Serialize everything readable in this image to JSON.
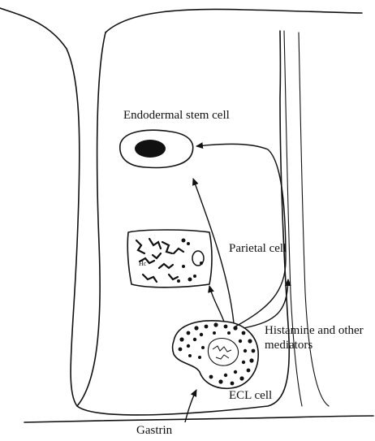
{
  "labels": {
    "stem_cell": "Endodermal stem cell",
    "parietal_cell": "Parietal cell",
    "histamine": "Histamine and other mediators",
    "ecl_cell": "ECL cell",
    "gastrin": "Gastrin"
  }
}
